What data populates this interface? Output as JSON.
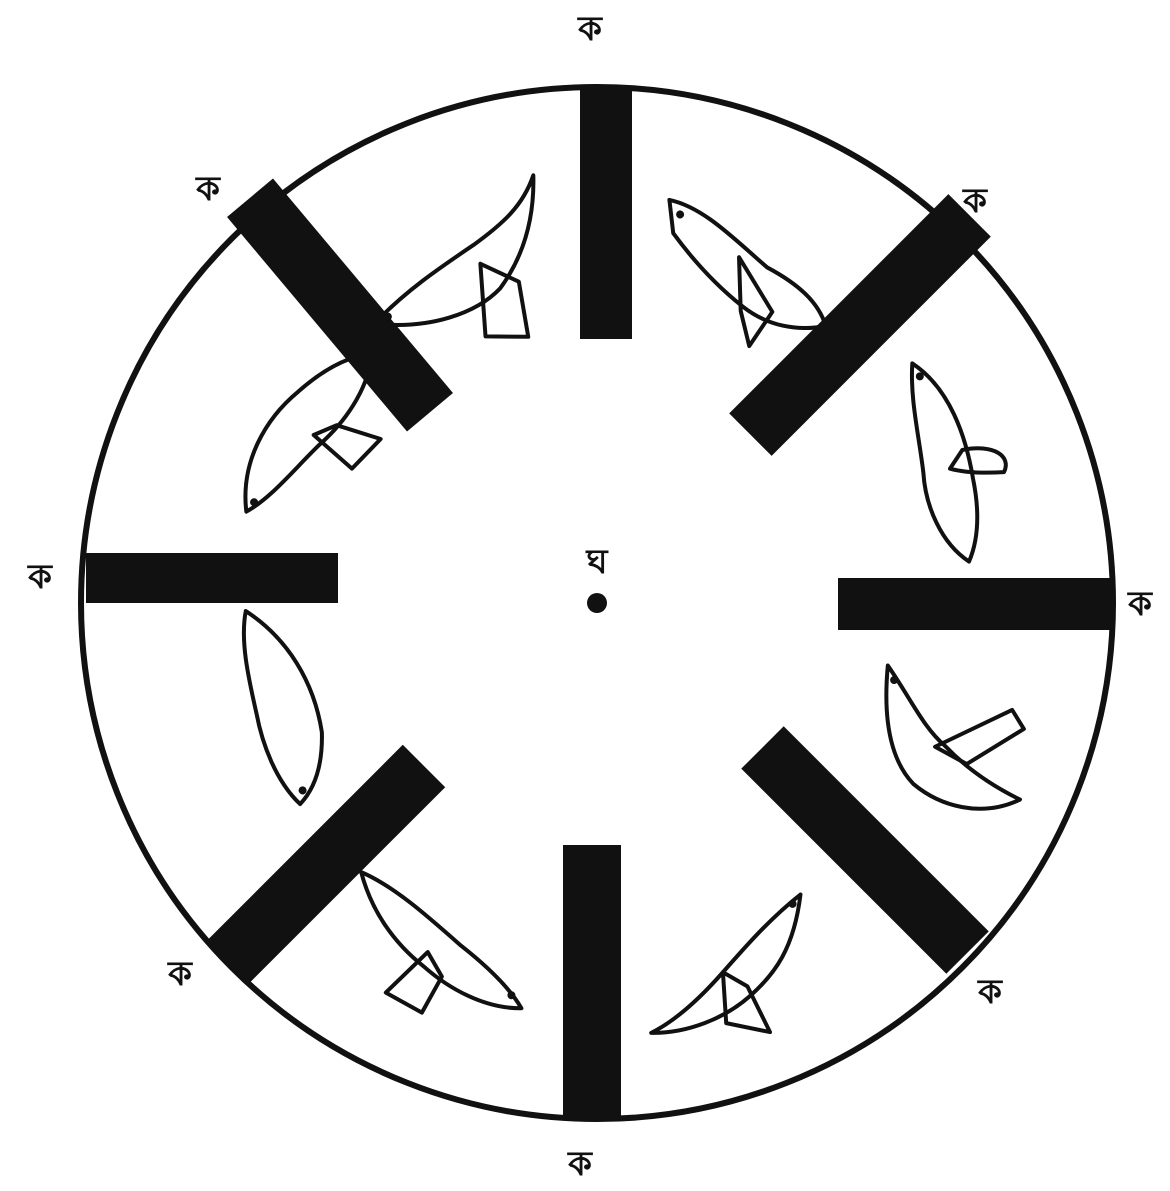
{
  "diagram": {
    "center_label": "ঘ",
    "rim_labels": {
      "top": "ক",
      "top_right": "ক",
      "right": "ক",
      "bottom_right": "ক",
      "bottom": "ক",
      "bottom_left": "ক",
      "left": "ক",
      "top_left": "ক"
    },
    "spoke_count": 8,
    "bird_count": 8
  },
  "colors": {
    "ink": "#111111",
    "paper": "#ffffff"
  }
}
